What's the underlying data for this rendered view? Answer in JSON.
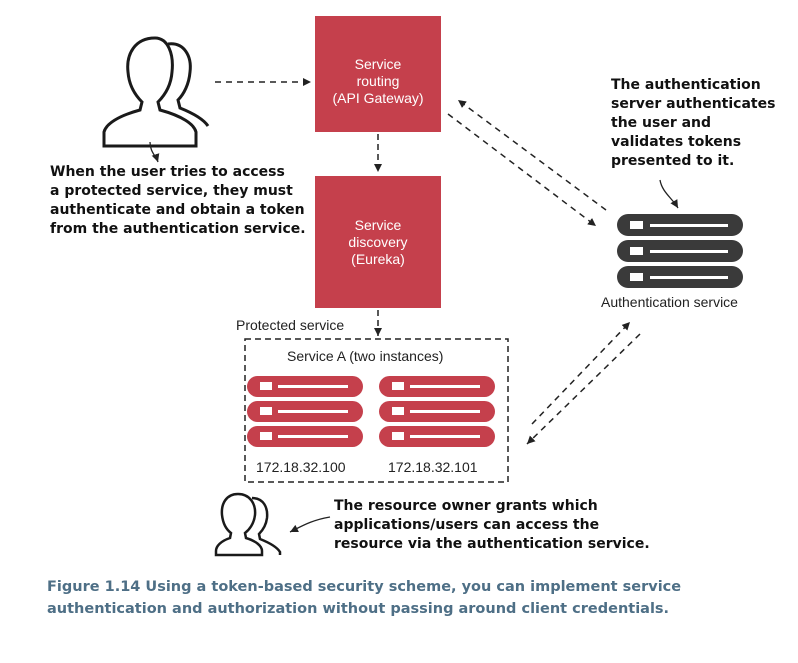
{
  "nodes": {
    "routing": {
      "lines": [
        "Service",
        "routing",
        "(API Gateway)"
      ]
    },
    "discovery": {
      "lines": [
        "Service",
        "discovery",
        "(Eureka)"
      ]
    },
    "auth_service": {
      "label": "Authentication service"
    },
    "protected": {
      "label": "Protected service",
      "service_label": "Service A (two instances)",
      "ips": [
        "172.18.32.100",
        "172.18.32.101"
      ]
    }
  },
  "annotations": {
    "user": [
      "When the user tries to access",
      "a protected service, they must",
      "authenticate and obtain a token",
      "from the authentication service."
    ],
    "auth": [
      "The authentication",
      "server authenticates",
      "the user and",
      "validates tokens",
      "presented to it."
    ],
    "owner": [
      "The resource owner grants which",
      "applications/users can access the",
      "resource via the authentication service."
    ]
  },
  "caption": [
    "Figure 1.14   Using a token-based security scheme, you can implement service",
    "authentication and authorization without passing around client credentials."
  ],
  "colors": {
    "accent": "#c5404c",
    "server_dark": "#3a3a3a",
    "caption": "#4e6f86"
  }
}
